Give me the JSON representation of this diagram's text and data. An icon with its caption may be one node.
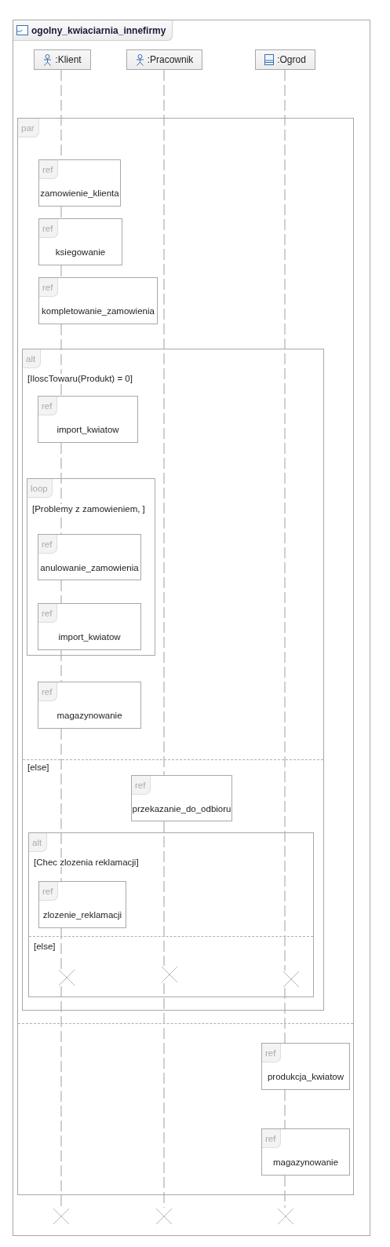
{
  "diagram": {
    "nodes": [
      {
        "text": [
          "ogolny_kwiaciarnia_innefirmy"
        ]
      },
      {
        "text": [
          ":Klient"
        ],
        "in": 0
      },
      {
        "text": [
          ":Pracownik"
        ],
        "in": 0
      },
      {
        "text": [
          ":Ogrod"
        ],
        "in": 0
      },
      {
        "text": [
          "par"
        ],
        "in": 0
      },
      {
        "text": [
          "ref",
          "zamowienie_klienta"
        ],
        "in": 4
      },
      {
        "text": [
          "ref",
          "ksiegowanie"
        ],
        "in": 4
      },
      {
        "text": [
          "ref",
          "kompletowanie_zamowienia"
        ],
        "in": 4
      },
      {
        "text": [
          "alt",
          "[IloscTowaru(Produkt) = 0]",
          "[else]"
        ],
        "in": 4
      },
      {
        "text": [
          "ref",
          "import_kwiatow"
        ],
        "in": 8
      },
      {
        "text": [
          "loop",
          "[Problemy z zamowieniem, ]"
        ],
        "in": 8
      },
      {
        "text": [
          "ref",
          "anulowanie_zamowienia"
        ],
        "in": 10
      },
      {
        "text": [
          "ref",
          "import_kwiatow"
        ],
        "in": 10
      },
      {
        "text": [
          "ref",
          "magazynowanie"
        ],
        "in": 8
      },
      {
        "text": [
          "ref",
          "przekazanie_do_odbioru"
        ],
        "in": 8
      },
      {
        "text": [
          "alt",
          "[Chec zlozenia reklamacji]",
          "[else]"
        ],
        "in": 8
      },
      {
        "text": [
          "ref",
          "zlozenie_reklamacji"
        ],
        "in": 15
      },
      {
        "text": [],
        "shape": "cross",
        "in": 15
      },
      {
        "text": [],
        "shape": "cross",
        "in": 15
      },
      {
        "text": [],
        "shape": "cross",
        "in": 15
      },
      {
        "text": [
          "ref",
          "produkcja_kwiatow"
        ],
        "in": 4
      },
      {
        "text": [
          "ref",
          "magazynowanie"
        ],
        "in": 4
      },
      {
        "text": [],
        "shape": "cross",
        "in": 0
      },
      {
        "text": [],
        "shape": "cross",
        "in": 0
      },
      {
        "text": [],
        "shape": "cross",
        "in": 0
      }
    ],
    "edges": [
      {
        "from": 1,
        "to": 5,
        "arrow": "none",
        "style": "dashed"
      },
      {
        "from": 5,
        "to": 6,
        "arrow": "none",
        "style": "dashed"
      },
      {
        "from": 6,
        "to": 7,
        "arrow": "none",
        "style": "dashed"
      },
      {
        "from": 7,
        "to": 9,
        "arrow": "none",
        "style": "dashed"
      },
      {
        "from": 9,
        "to": 11,
        "arrow": "none",
        "style": "dashed"
      },
      {
        "from": 11,
        "to": 12,
        "arrow": "none",
        "style": "dashed"
      },
      {
        "from": 12,
        "to": 13,
        "arrow": "none",
        "style": "dashed"
      },
      {
        "from": 13,
        "to": 16,
        "arrow": "none",
        "style": "dashed"
      },
      {
        "from": 16,
        "to": 17,
        "arrow": "none",
        "style": "dashed"
      },
      {
        "from": 17,
        "to": 22,
        "arrow": "none",
        "style": "dashed"
      },
      {
        "from": 2,
        "to": 14,
        "arrow": "none",
        "style": "dashed"
      },
      {
        "from": 14,
        "to": 18,
        "arrow": "none",
        "style": "dashed"
      },
      {
        "from": 18,
        "to": 23,
        "arrow": "none",
        "style": "dashed"
      },
      {
        "from": 3,
        "to": 19,
        "arrow": "none",
        "style": "dashed"
      },
      {
        "from": 19,
        "to": 20,
        "arrow": "none",
        "style": "dashed"
      },
      {
        "from": 20,
        "to": 21,
        "arrow": "none",
        "style": "dashed"
      },
      {
        "from": 21,
        "to": 24,
        "arrow": "none",
        "style": "dashed"
      }
    ]
  }
}
